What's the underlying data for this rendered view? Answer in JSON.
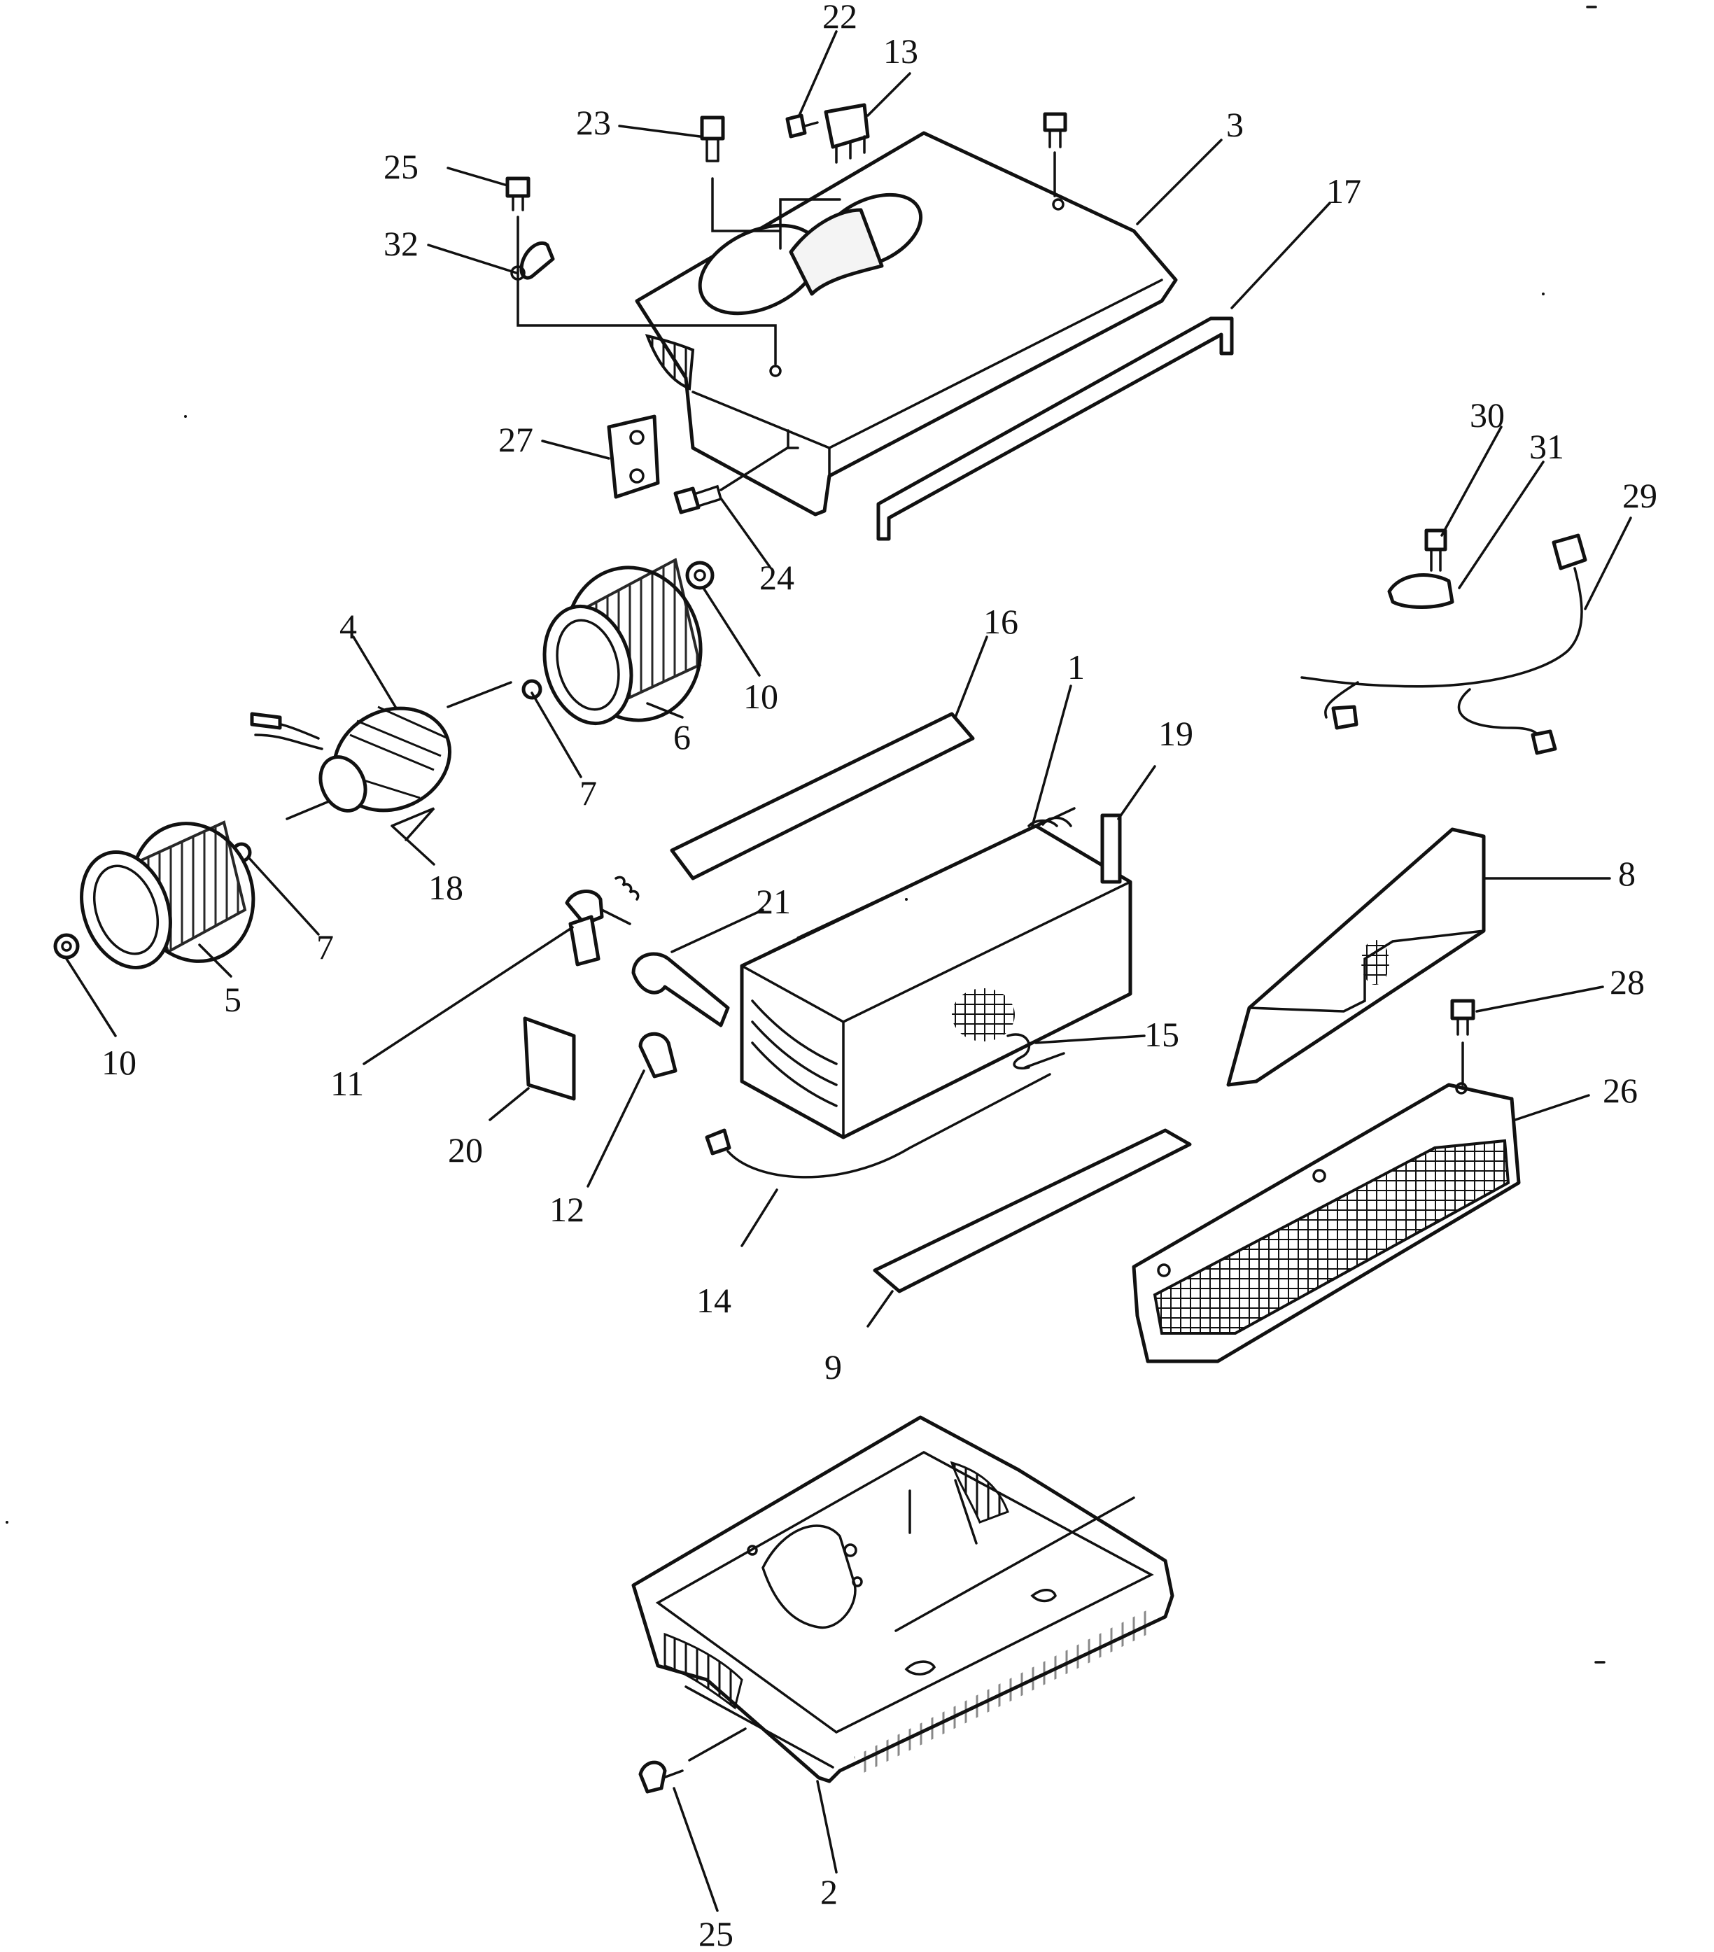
{
  "diagram": {
    "callouts": {
      "c1": "1",
      "c2": "2",
      "c3": "3",
      "c4": "4",
      "c5": "5",
      "c6": "6",
      "c7a": "7",
      "c7b": "7",
      "c8": "8",
      "c9": "9",
      "c10a": "10",
      "c10b": "10",
      "c11": "11",
      "c12": "12",
      "c13": "13",
      "c14": "14",
      "c15": "15",
      "c16": "16",
      "c17": "17",
      "c18": "18",
      "c19": "19",
      "c20": "20",
      "c21": "21",
      "c22": "22",
      "c23": "23",
      "c24": "24",
      "c25a": "25",
      "c25b": "25",
      "c26": "26",
      "c27": "27",
      "c28": "28",
      "c29": "29",
      "c30": "30",
      "c31": "31",
      "c32": "32"
    }
  }
}
